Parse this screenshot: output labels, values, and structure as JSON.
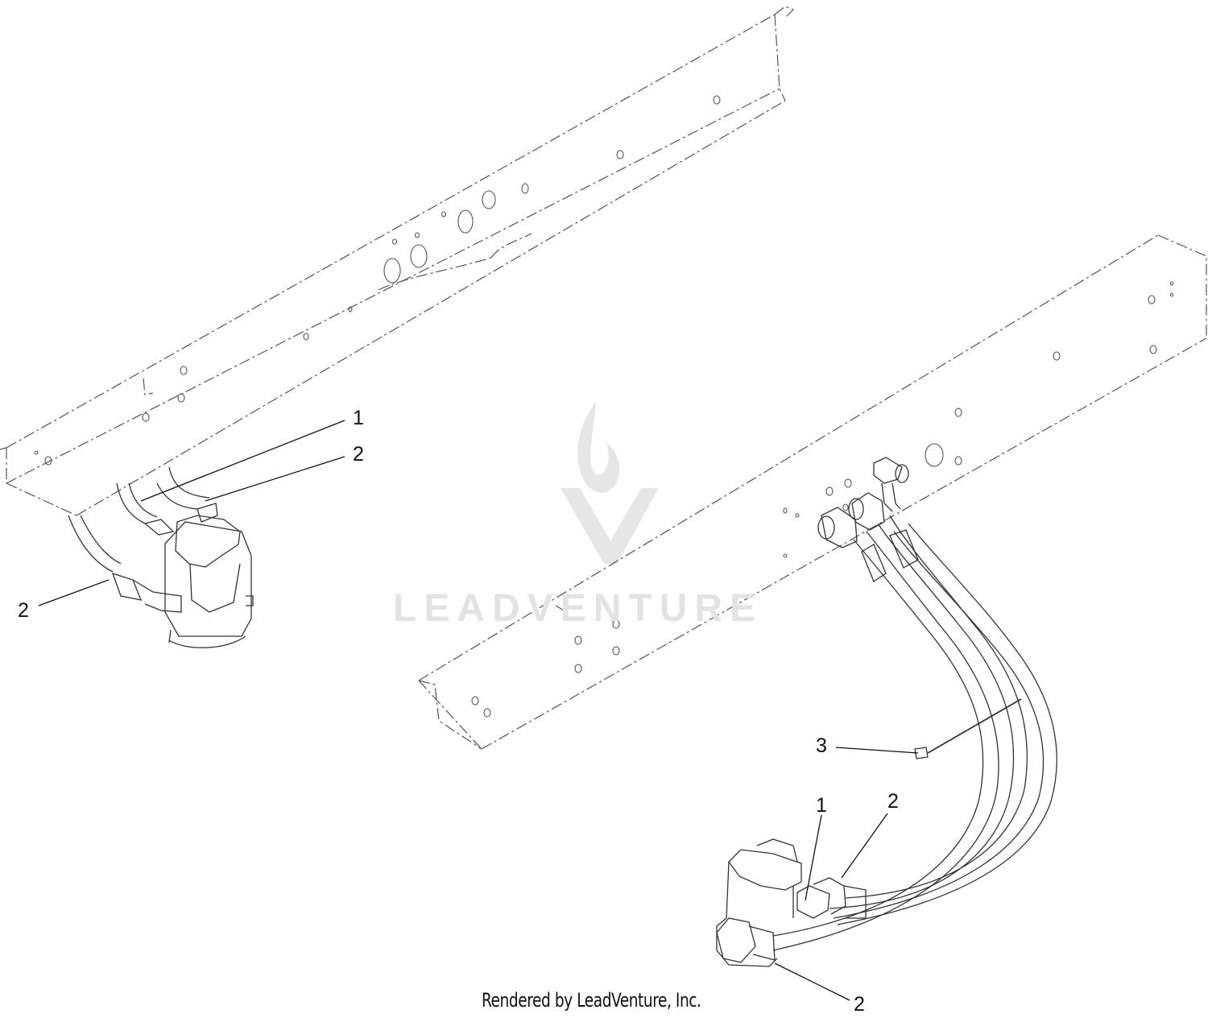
{
  "callouts": {
    "left_1": "1",
    "left_2_upper": "2",
    "left_2_lower": "2",
    "right_3": "3",
    "right_1": "1",
    "right_2_upper": "2",
    "right_2_lower": "2"
  },
  "watermark": "LEADVENTURE",
  "footer": "Rendered by LeadVenture, Inc."
}
